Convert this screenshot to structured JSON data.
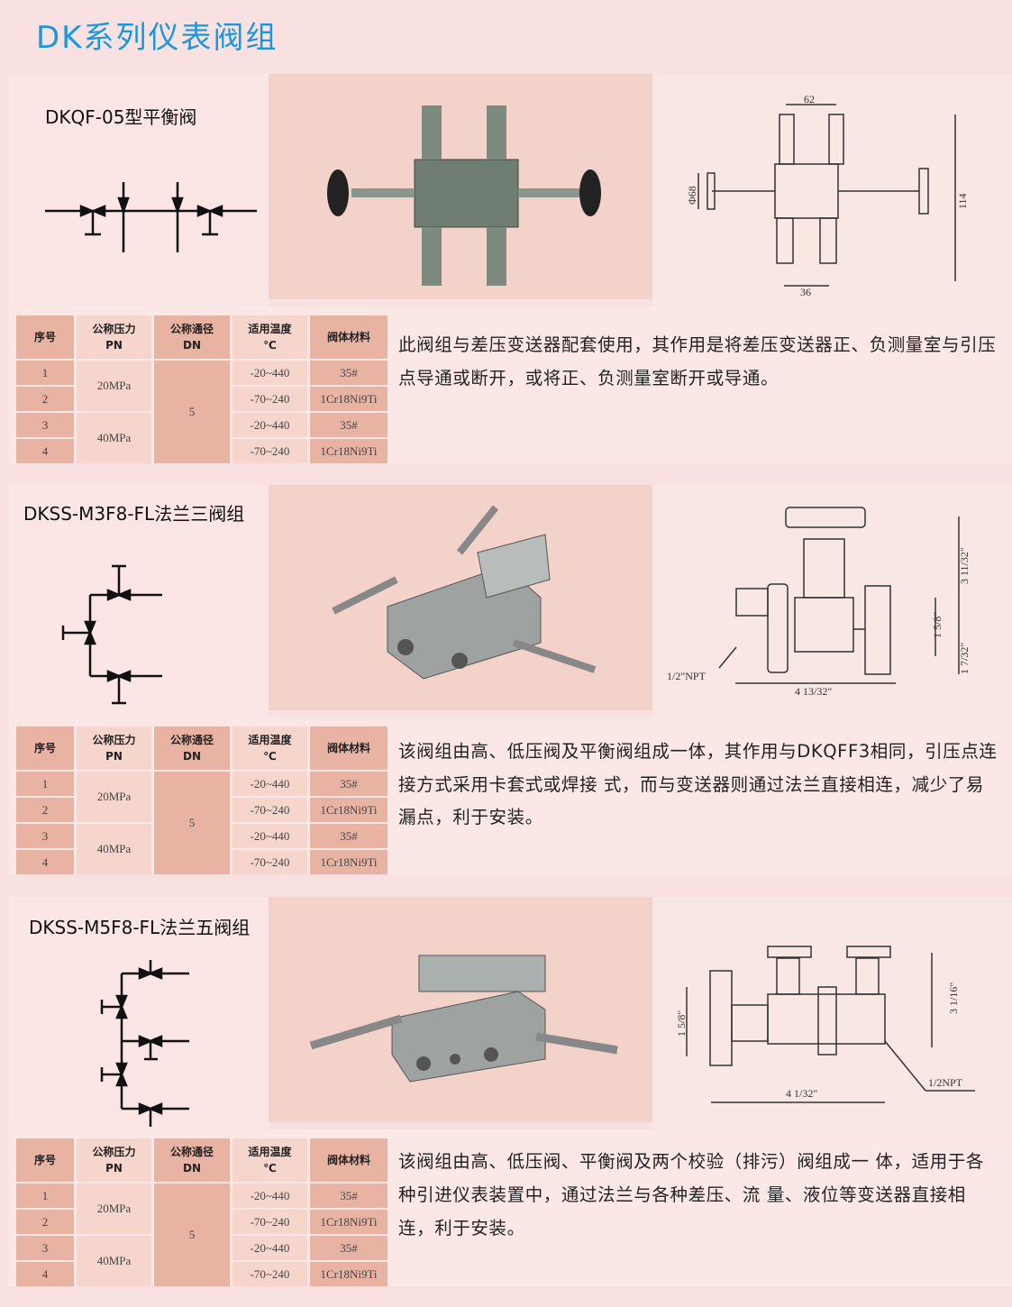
{
  "page_title": "DK系列仪表阀组",
  "table_headers": {
    "no": "序号",
    "pn": [
      "公称压力",
      "PN"
    ],
    "dn": [
      "公称通径",
      "DN"
    ],
    "temp": [
      "适用温度",
      "℃"
    ],
    "material": "阀体材料"
  },
  "sections": [
    {
      "title": "DKQF-05型平衡阀",
      "dims": [
        "62",
        "Φ68",
        "114",
        "36"
      ],
      "rows": [
        {
          "no": "1",
          "pn": "20MPa",
          "dn": "5",
          "temp": "-20~440",
          "material": "35#"
        },
        {
          "no": "2",
          "temp": "-70~240",
          "material": "1Cr18Ni9Ti"
        },
        {
          "no": "3",
          "pn": "40MPa",
          "temp": "-20~440",
          "material": "35#"
        },
        {
          "no": "4",
          "temp": "-70~240",
          "material": "1Cr18Ni9Ti"
        }
      ],
      "description": "此阀组与差压变送器配套使用，其作用是将差压变送器正、负测量室与引压点导通或断开，或将正、负测量室断开或导通。"
    },
    {
      "title": "DKSS-M3F8-FL法兰三阀组",
      "dims": [
        "1/2\"NPT",
        "4 13/32\"",
        "3 11/32\"",
        "1 5/8\"",
        "1 7/32\""
      ],
      "rows": [
        {
          "no": "1",
          "pn": "20MPa",
          "dn": "5",
          "temp": "-20~440",
          "material": "35#"
        },
        {
          "no": "2",
          "temp": "-70~240",
          "material": "1Cr18Ni9Ti"
        },
        {
          "no": "3",
          "pn": "40MPa",
          "temp": "-20~440",
          "material": "35#"
        },
        {
          "no": "4",
          "temp": "-70~240",
          "material": "1Cr18Ni9Ti"
        }
      ],
      "description": "该阀组由高、低压阀及平衡阀组成一体，其作用与DKQFF3相同，引压点连接方式采用卡套式或焊接 式，而与变送器则通过法兰直接相连，减少了易漏点，利于安装。"
    },
    {
      "title": "DKSS-M5F8-FL法兰五阀组",
      "dims": [
        "1 5/8\"",
        "3 1/16\"",
        "4 1/32\"",
        "1/2NPT"
      ],
      "rows": [
        {
          "no": "1",
          "pn": "20MPa",
          "dn": "5",
          "temp": "-20~440",
          "material": "35#"
        },
        {
          "no": "2",
          "temp": "-70~240",
          "material": "1Cr18Ni9Ti"
        },
        {
          "no": "3",
          "pn": "40MPa",
          "temp": "-20~440",
          "material": "35#"
        },
        {
          "no": "4",
          "temp": "-70~240",
          "material": "1Cr18Ni9Ti"
        }
      ],
      "description": "该阀组由高、低压阀、平衡阀及两个校验（排污）阀组成一 体，适用于各种引进仪表装置中，通过法兰与各种差压、流 量、液位等变送器直接相连，利于安装。"
    }
  ]
}
